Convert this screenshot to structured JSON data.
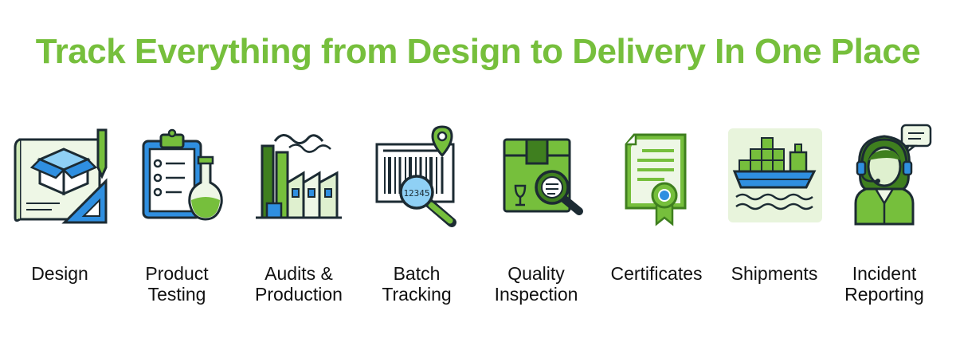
{
  "title": "Track Everything from Design to Delivery In One Place",
  "colors": {
    "title": "#76bf3c",
    "accent_green": "#76bf3c",
    "accent_blue": "#2f8fe0",
    "outline": "#1c2b33"
  },
  "items": [
    {
      "label_lines": [
        "Design"
      ],
      "icon": "design-blueprint-icon"
    },
    {
      "label_lines": [
        "Product",
        "Testing"
      ],
      "icon": "clipboard-flask-icon"
    },
    {
      "label_lines": [
        "Audits &",
        "Production"
      ],
      "icon": "factory-icon"
    },
    {
      "label_lines": [
        "Batch",
        "Tracking"
      ],
      "icon": "barcode-location-icon",
      "barcode_number": "12345"
    },
    {
      "label_lines": [
        "Quality",
        "Inspection"
      ],
      "icon": "box-magnifier-icon"
    },
    {
      "label_lines": [
        "Certificates"
      ],
      "icon": "certificate-icon"
    },
    {
      "label_lines": [
        "Shipments"
      ],
      "icon": "cargo-ship-icon"
    },
    {
      "label_lines": [
        "Incident",
        "Reporting"
      ],
      "icon": "support-agent-icon"
    }
  ]
}
